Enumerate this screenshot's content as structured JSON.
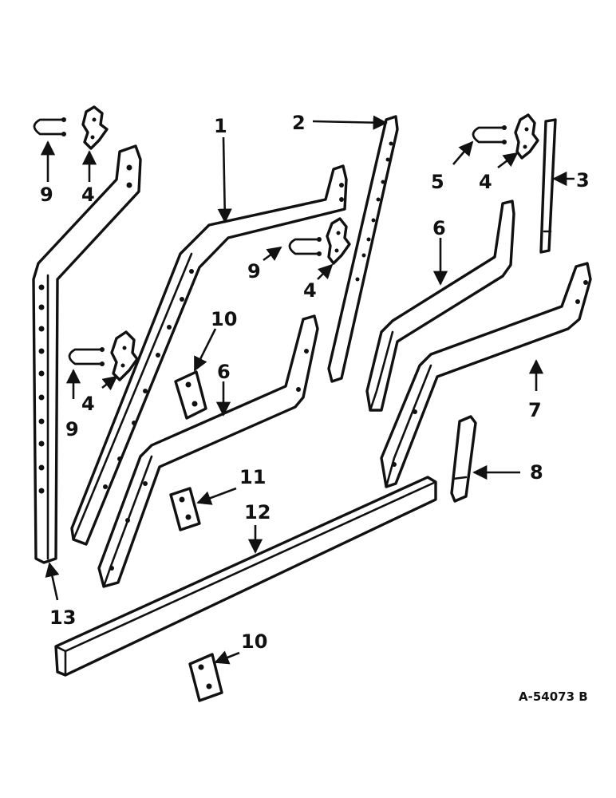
{
  "callouts": {
    "c1": "1",
    "c2": "2",
    "c3": "3",
    "c4a": "4",
    "c4b": "4",
    "c4c": "4",
    "c4d": "4",
    "c5": "5",
    "c6a": "6",
    "c6b": "6",
    "c7": "7",
    "c8": "8",
    "c9a": "9",
    "c9b": "9",
    "c9c": "9",
    "c10a": "10",
    "c10b": "10",
    "c11": "11",
    "c12": "12",
    "c13": "13"
  },
  "drawing_code": "A-54073 B",
  "colors": {
    "ink": "#111111",
    "paper": "#ffffff"
  }
}
